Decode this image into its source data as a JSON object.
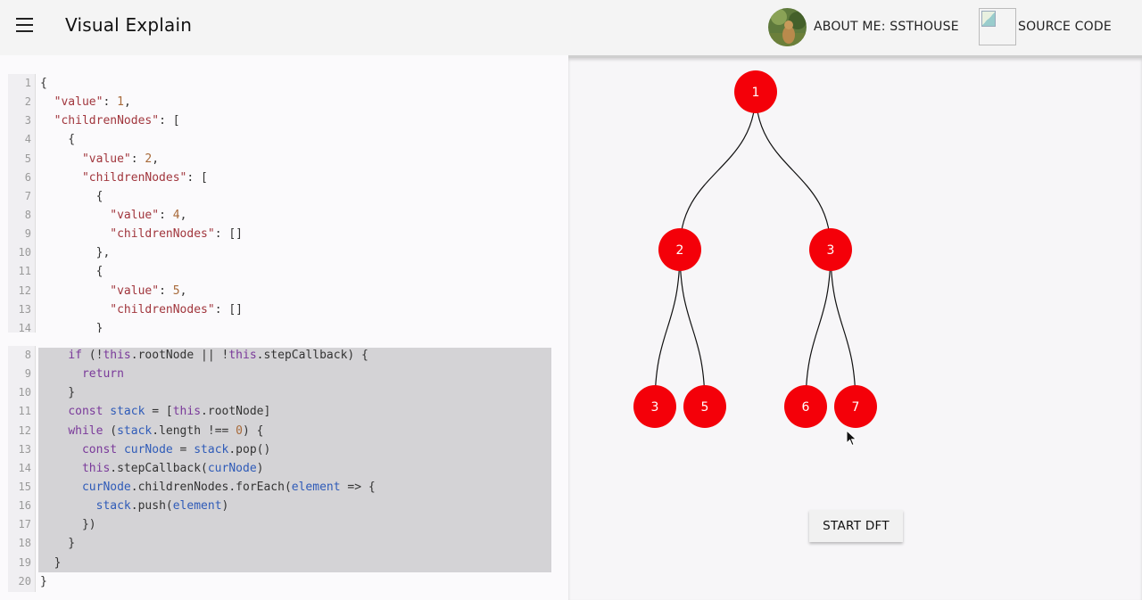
{
  "app": {
    "title": "Visual Explain"
  },
  "nav": {
    "about_label": "ABOUT ME: SSTHOUSE",
    "source_label": "SOURCE CODE"
  },
  "json_editor": {
    "lines": [
      {
        "n": "1",
        "parts": [
          [
            "plain",
            "{"
          ]
        ]
      },
      {
        "n": "2",
        "parts": [
          [
            "plain",
            "  "
          ],
          [
            "str",
            "\"value\""
          ],
          [
            "plain",
            ": "
          ],
          [
            "num",
            "1"
          ],
          [
            "plain",
            ","
          ]
        ]
      },
      {
        "n": "3",
        "parts": [
          [
            "plain",
            "  "
          ],
          [
            "str",
            "\"childrenNodes\""
          ],
          [
            "plain",
            ": ["
          ]
        ]
      },
      {
        "n": "4",
        "parts": [
          [
            "plain",
            "    {"
          ]
        ]
      },
      {
        "n": "5",
        "parts": [
          [
            "plain",
            "      "
          ],
          [
            "str",
            "\"value\""
          ],
          [
            "plain",
            ": "
          ],
          [
            "num",
            "2"
          ],
          [
            "plain",
            ","
          ]
        ]
      },
      {
        "n": "6",
        "parts": [
          [
            "plain",
            "      "
          ],
          [
            "str",
            "\"childrenNodes\""
          ],
          [
            "plain",
            ": ["
          ]
        ]
      },
      {
        "n": "7",
        "parts": [
          [
            "plain",
            "        {"
          ]
        ]
      },
      {
        "n": "8",
        "parts": [
          [
            "plain",
            "          "
          ],
          [
            "str",
            "\"value\""
          ],
          [
            "plain",
            ": "
          ],
          [
            "num",
            "4"
          ],
          [
            "plain",
            ","
          ]
        ]
      },
      {
        "n": "9",
        "parts": [
          [
            "plain",
            "          "
          ],
          [
            "str",
            "\"childrenNodes\""
          ],
          [
            "plain",
            ": []"
          ]
        ]
      },
      {
        "n": "10",
        "parts": [
          [
            "plain",
            "        },"
          ]
        ]
      },
      {
        "n": "11",
        "parts": [
          [
            "plain",
            "        {"
          ]
        ]
      },
      {
        "n": "12",
        "parts": [
          [
            "plain",
            "          "
          ],
          [
            "str",
            "\"value\""
          ],
          [
            "plain",
            ": "
          ],
          [
            "num",
            "5"
          ],
          [
            "plain",
            ","
          ]
        ]
      },
      {
        "n": "13",
        "parts": [
          [
            "plain",
            "          "
          ],
          [
            "str",
            "\"childrenNodes\""
          ],
          [
            "plain",
            ": []"
          ]
        ]
      },
      {
        "n": "14",
        "parts": [
          [
            "plain",
            "        }"
          ]
        ]
      }
    ]
  },
  "code_editor": {
    "lines": [
      {
        "n": "8",
        "parts": [
          [
            "plain",
            "    "
          ],
          [
            "kw",
            "if"
          ],
          [
            "plain",
            " (!"
          ],
          [
            "kw",
            "this"
          ],
          [
            "plain",
            ".rootNode || !"
          ],
          [
            "kw",
            "this"
          ],
          [
            "plain",
            ".stepCallback) {"
          ]
        ]
      },
      {
        "n": "9",
        "parts": [
          [
            "plain",
            "      "
          ],
          [
            "kw",
            "return"
          ]
        ]
      },
      {
        "n": "10",
        "parts": [
          [
            "plain",
            "    }"
          ]
        ]
      },
      {
        "n": "11",
        "parts": [
          [
            "plain",
            "    "
          ],
          [
            "kw",
            "const"
          ],
          [
            "plain",
            " "
          ],
          [
            "var",
            "stack"
          ],
          [
            "plain",
            " = ["
          ],
          [
            "kw",
            "this"
          ],
          [
            "plain",
            ".rootNode]"
          ]
        ]
      },
      {
        "n": "12",
        "parts": [
          [
            "plain",
            "    "
          ],
          [
            "kw",
            "while"
          ],
          [
            "plain",
            " ("
          ],
          [
            "var",
            "stack"
          ],
          [
            "plain",
            ".length !== "
          ],
          [
            "num",
            "0"
          ],
          [
            "plain",
            ") {"
          ]
        ]
      },
      {
        "n": "13",
        "parts": [
          [
            "plain",
            "      "
          ],
          [
            "kw",
            "const"
          ],
          [
            "plain",
            " "
          ],
          [
            "var",
            "curNode"
          ],
          [
            "plain",
            " = "
          ],
          [
            "var",
            "stack"
          ],
          [
            "plain",
            ".pop()"
          ]
        ]
      },
      {
        "n": "14",
        "parts": [
          [
            "plain",
            "      "
          ],
          [
            "kw",
            "this"
          ],
          [
            "plain",
            ".stepCallback("
          ],
          [
            "var",
            "curNode"
          ],
          [
            "plain",
            ")"
          ]
        ]
      },
      {
        "n": "15",
        "parts": [
          [
            "plain",
            "      "
          ],
          [
            "var",
            "curNode"
          ],
          [
            "plain",
            ".childrenNodes.forEach("
          ],
          [
            "var",
            "element"
          ],
          [
            "plain",
            " => {"
          ]
        ]
      },
      {
        "n": "16",
        "parts": [
          [
            "plain",
            "        "
          ],
          [
            "var",
            "stack"
          ],
          [
            "plain",
            ".push("
          ],
          [
            "var",
            "element"
          ],
          [
            "plain",
            ")"
          ]
        ]
      },
      {
        "n": "17",
        "parts": [
          [
            "plain",
            "      })"
          ]
        ]
      },
      {
        "n": "18",
        "parts": [
          [
            "plain",
            "    }"
          ]
        ]
      },
      {
        "n": "19",
        "parts": [
          [
            "plain",
            "  }"
          ]
        ]
      },
      {
        "n": "20",
        "parts": [
          [
            "plain",
            "}"
          ]
        ]
      }
    ]
  },
  "tree": {
    "node_color": "#f40009",
    "nodes": [
      {
        "id": "n1",
        "label": "1"
      },
      {
        "id": "n2",
        "label": "2"
      },
      {
        "id": "n3",
        "label": "3"
      },
      {
        "id": "n4",
        "label": "3"
      },
      {
        "id": "n5",
        "label": "5"
      },
      {
        "id": "n6",
        "label": "6"
      },
      {
        "id": "n7",
        "label": "7"
      }
    ]
  },
  "actions": {
    "start_label": "START DFT"
  }
}
